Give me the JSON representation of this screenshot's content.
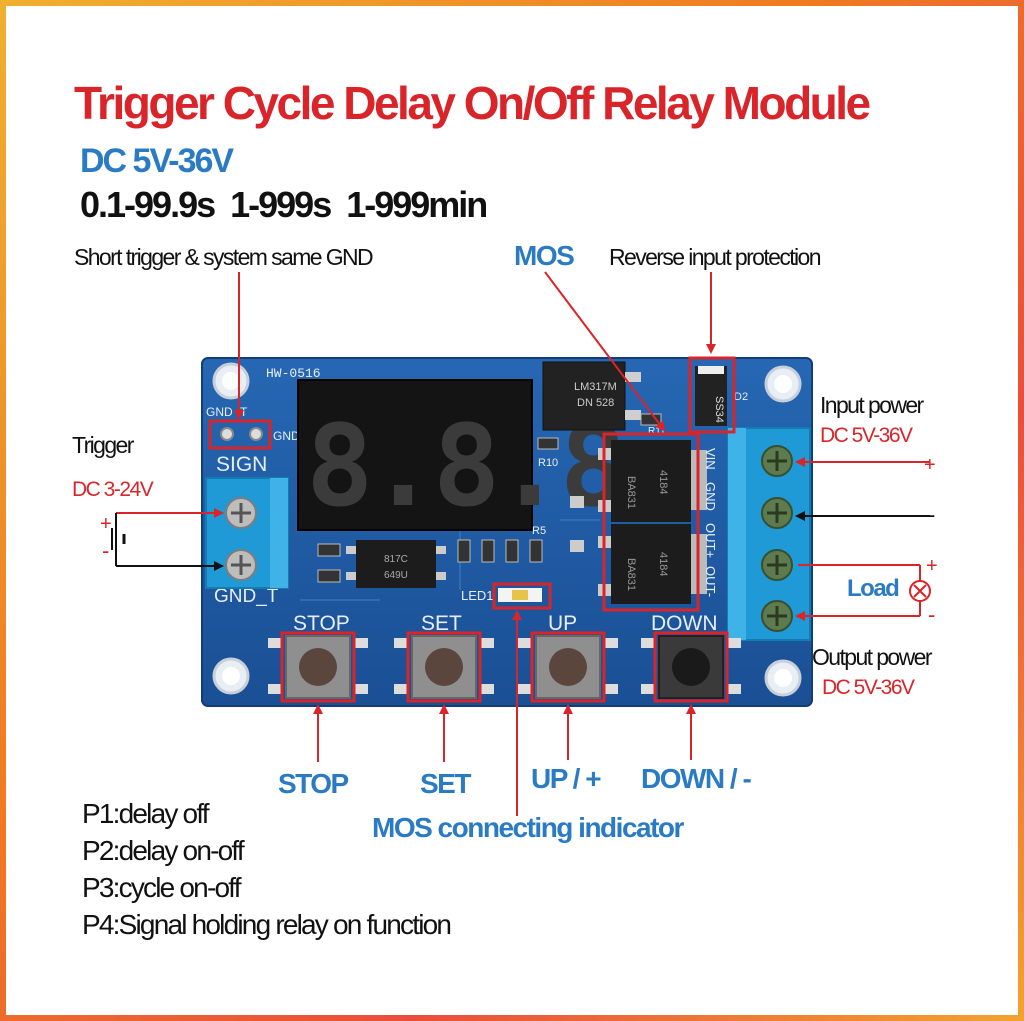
{
  "title": "Trigger Cycle Delay On/Off Relay Module",
  "voltage": "DC 5V-36V",
  "ranges": "0.1-99.9s  1-999s  1-999min",
  "callouts": {
    "short_trigger": "Short trigger &  system same GND",
    "mos": "MOS",
    "reverse": "Reverse input protection",
    "trigger": "Trigger",
    "trigger_voltage": "DC 3-24V",
    "input_power": "Input power",
    "input_voltage": "DC 5V-36V",
    "load": "Load",
    "output_power": "Output power",
    "output_voltage": "DC 5V-36V",
    "mos_indicator": "MOS connecting indicator"
  },
  "buttons": {
    "stop": "STOP",
    "set": "SET",
    "up": "UP / +",
    "down": "DOWN / -"
  },
  "board": {
    "model": "HW-0516",
    "sign": "SIGN",
    "gnd_t": "GND_T",
    "gnd_small": "GND",
    "t_small": "T",
    "gnd_right": "GND",
    "display": "8.8.8.",
    "stop": "STOP",
    "set": "SET",
    "up": "UP",
    "down": "DOWN",
    "led": "LED1",
    "r10": "R10",
    "r5": "R5",
    "r11": "R11",
    "d2": "D2",
    "diode": "SS34",
    "regulator": "LM317M",
    "regulator_code": "DN 528",
    "opto": "817C",
    "opto_code": "649U",
    "mos_part": "BA831",
    "mos_code": "4184",
    "terminal_vin": "VIN",
    "terminal_gnd": "GND",
    "terminal_outp": "OUT+",
    "terminal_outm": "OUT-"
  },
  "polarity": {
    "plus": "+",
    "minus": "-"
  },
  "modes": [
    "P1:delay off",
    "P2:delay on-off",
    "P3:cycle on-off",
    "P4:Signal holding relay on function"
  ],
  "colors": {
    "title": "#d9252a",
    "accent_blue": "#2a7bc4",
    "pcb_blue": "#1f5fa8",
    "annotation_red": "#d9252a"
  }
}
